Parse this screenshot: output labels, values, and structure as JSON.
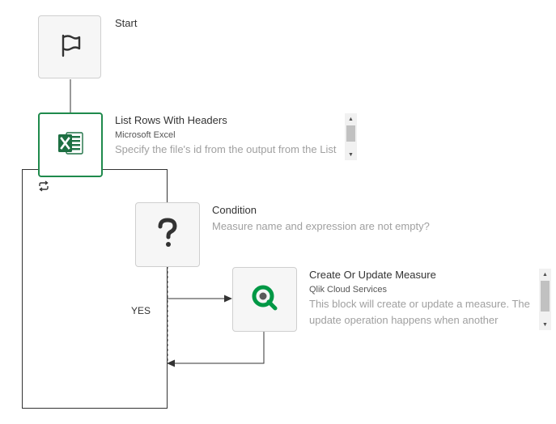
{
  "flow": {
    "start": {
      "title": "Start",
      "icon": "flag-icon"
    },
    "list_rows": {
      "title": "List Rows With Headers",
      "connector": "Microsoft Excel",
      "description": "Specify the file's id from the output from the List",
      "icon": "excel-icon",
      "accent": "#1f8a4c"
    },
    "condition": {
      "title": "Condition",
      "description": "Measure name and expression are not empty?",
      "icon": "question-icon"
    },
    "branch_label": "YES",
    "create_measure": {
      "title": "Create Or Update Measure",
      "connector": "Qlik Cloud Services",
      "description": "This block will create or update a measure. The update operation happens when another",
      "icon": "qlik-icon",
      "accent": "#009845"
    }
  }
}
